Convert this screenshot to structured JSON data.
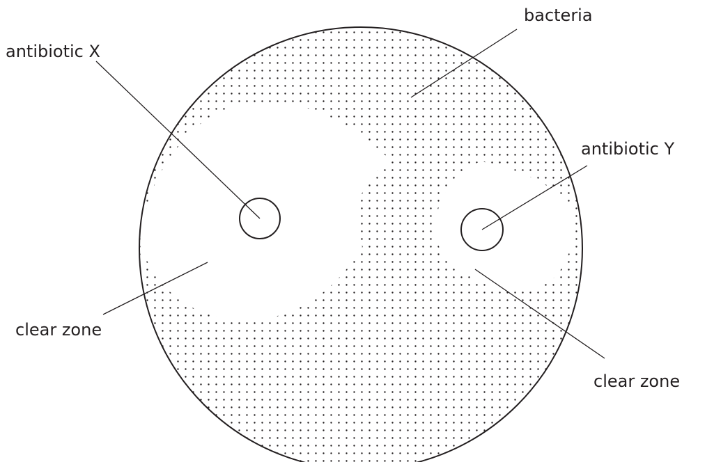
{
  "labels": {
    "antibiotic_x": "antibiotic X",
    "antibiotic_y": "antibiotic Y",
    "bacteria": "bacteria",
    "clear_zone_left": "clear zone",
    "clear_zone_right": "clear zone"
  },
  "colors": {
    "ink": "#231f20",
    "background": "#ffffff"
  }
}
